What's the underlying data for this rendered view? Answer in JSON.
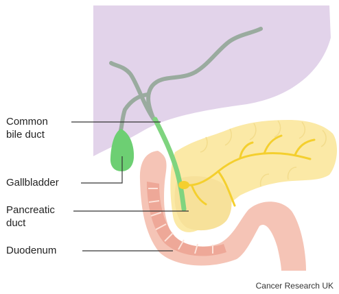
{
  "labels": {
    "common_bile_duct_line1": "Common",
    "common_bile_duct_line2": "bile duct",
    "gallbladder": "Gallbladder",
    "pancreatic_duct_line1": "Pancreatic",
    "pancreatic_duct_line2": "duct",
    "duodenum": "Duodenum"
  },
  "credit": "Cancer Research UK",
  "colors": {
    "liver": "#e2d3ea",
    "bile_ducts": "#9aab9f",
    "gallbladder": "#6dcf73",
    "common_bile_duct": "#7fd47f",
    "pancreas": "#fbe9a6",
    "pancreatic_duct": "#f4cf2e",
    "duodenum": "#f5c4b6",
    "duodenum_inner": "#eea898",
    "leader_line": "#333333"
  }
}
